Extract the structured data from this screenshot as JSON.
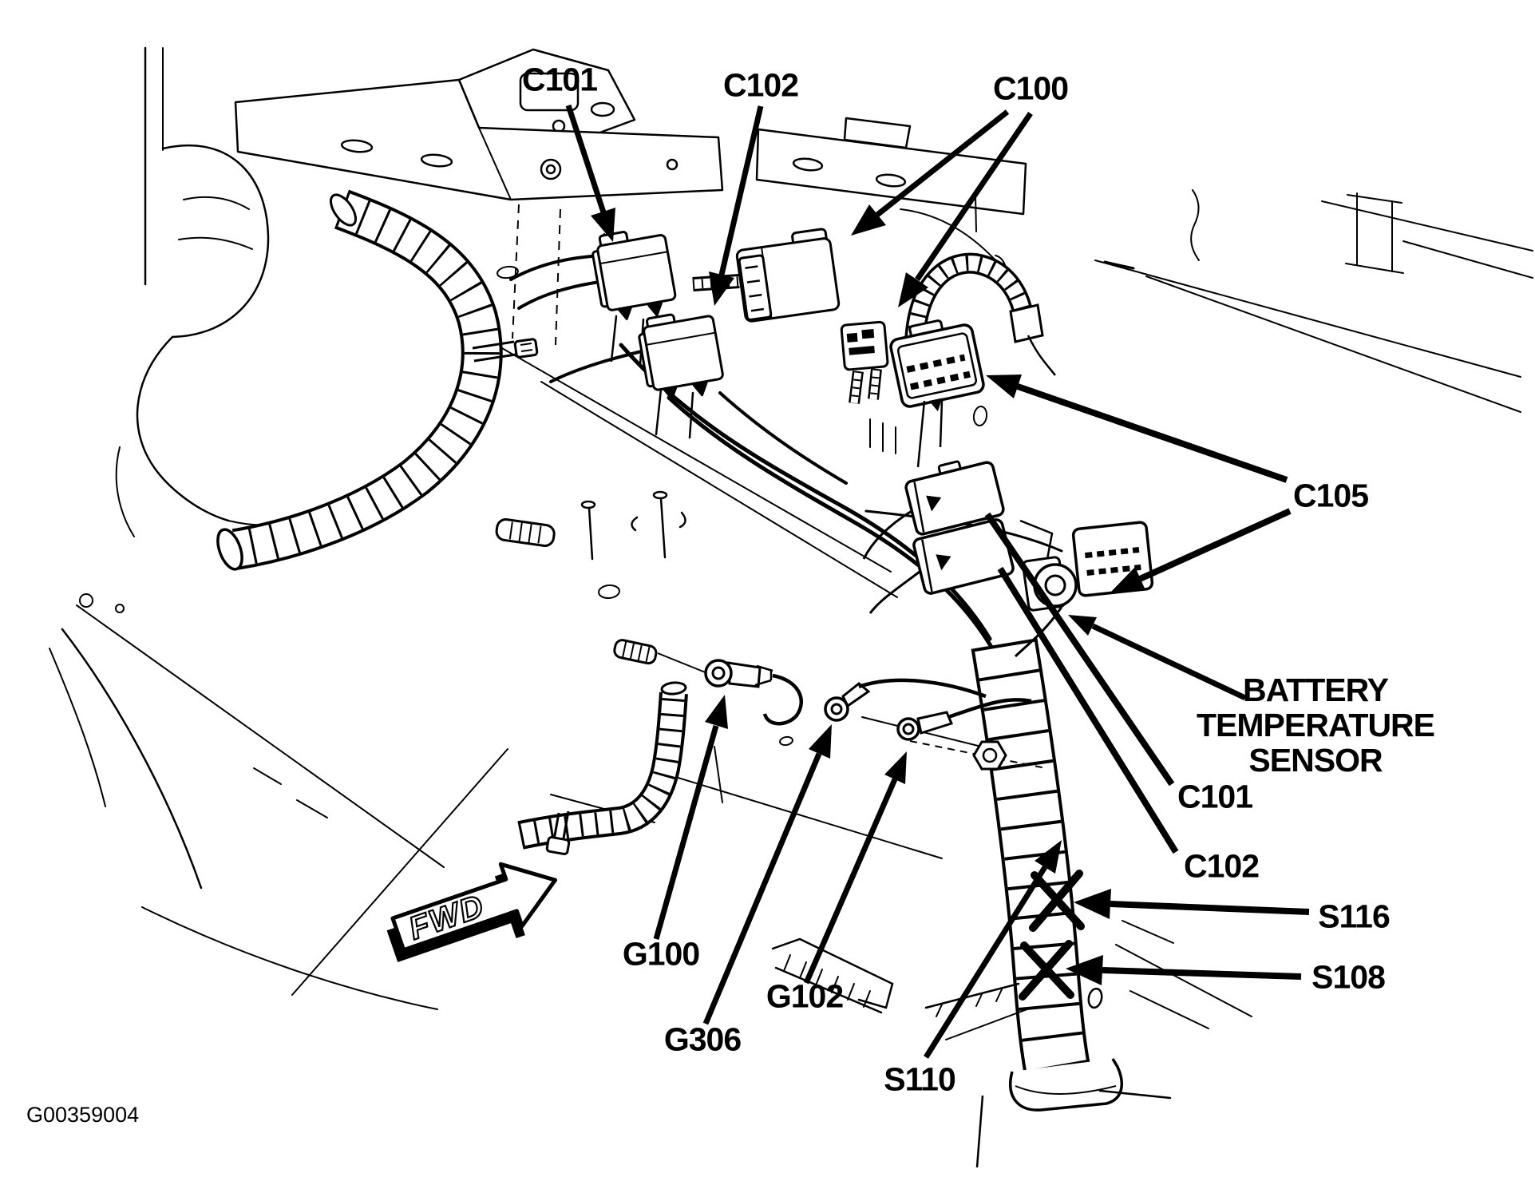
{
  "colors": {
    "ink": "#000000",
    "paper": "#ffffff"
  },
  "figure_id": "G00359004",
  "orientation_arrow": {
    "label": "FWD"
  },
  "callouts": {
    "c101_top": "C101",
    "c102_top": "C102",
    "c100": "C100",
    "c105": "C105",
    "battery_temperature_sensor": {
      "line1": "BATTERY",
      "line2": "TEMPERATURE",
      "line3": "SENSOR"
    },
    "c101_lower": "C101",
    "c102_lower": "C102",
    "s116": "S116",
    "s108": "S108",
    "s110": "S110",
    "g100": "G100",
    "g306": "G306",
    "g102": "G102"
  }
}
